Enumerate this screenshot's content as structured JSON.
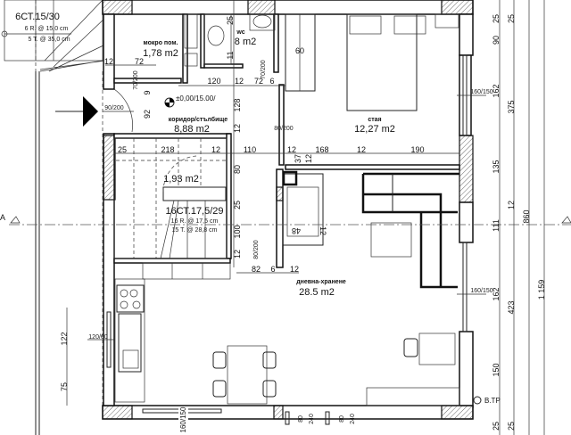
{
  "rooms": {
    "wet_room": {
      "name": "мокро пом.",
      "area": "1,78 m2"
    },
    "wc": {
      "name": "wc",
      "area": "8 m2"
    },
    "corridor": {
      "name": "коридор/стълбище",
      "area": "8,88 m2"
    },
    "bedroom": {
      "name": "стая",
      "area": "12,27 m2"
    },
    "stair_space": {
      "area": "1,93 m2"
    },
    "living": {
      "name": "дневна-хранене",
      "area": "28.5 m2"
    }
  },
  "stairs": {
    "upper": {
      "title": "6СТ.15/30",
      "risers": "6 R. @ 15,0 cm",
      "treads": "5 T. @ 35,0 cm"
    },
    "main": {
      "title": "16СТ.17,5/29",
      "risers": "16 R. @ 17,5 cm",
      "treads": "15 T. @ 28,8 cm"
    }
  },
  "level_mark": "±0,00/15.00/",
  "section_mark": "A",
  "drain_label": "В.ТР",
  "dimensions": [
    "12",
    "72",
    "120",
    "12",
    "72",
    "6",
    "25",
    "218",
    "12",
    "110",
    "12",
    "168",
    "12",
    "190",
    "82",
    "6",
    "12",
    "60",
    "48",
    "12",
    "25",
    "11",
    "128",
    "9",
    "92",
    "12",
    "80",
    "25",
    "100",
    "12",
    "37",
    "12",
    "122",
    "75"
  ],
  "openings": [
    "70/200",
    "90/200",
    "70/200",
    "80/200",
    "80/200",
    "160/150",
    "120/60",
    "160/150",
    "160/150"
  ],
  "right_dims": {
    "col1": [
      "25",
      "90",
      "162",
      "135",
      "111",
      "162",
      "150",
      "25"
    ],
    "col2": [
      "25",
      "375",
      "12",
      "423",
      "25"
    ],
    "col3": "860",
    "col4": "1 159"
  },
  "bottom_dims": [
    "80",
    "240",
    "80",
    "240"
  ]
}
